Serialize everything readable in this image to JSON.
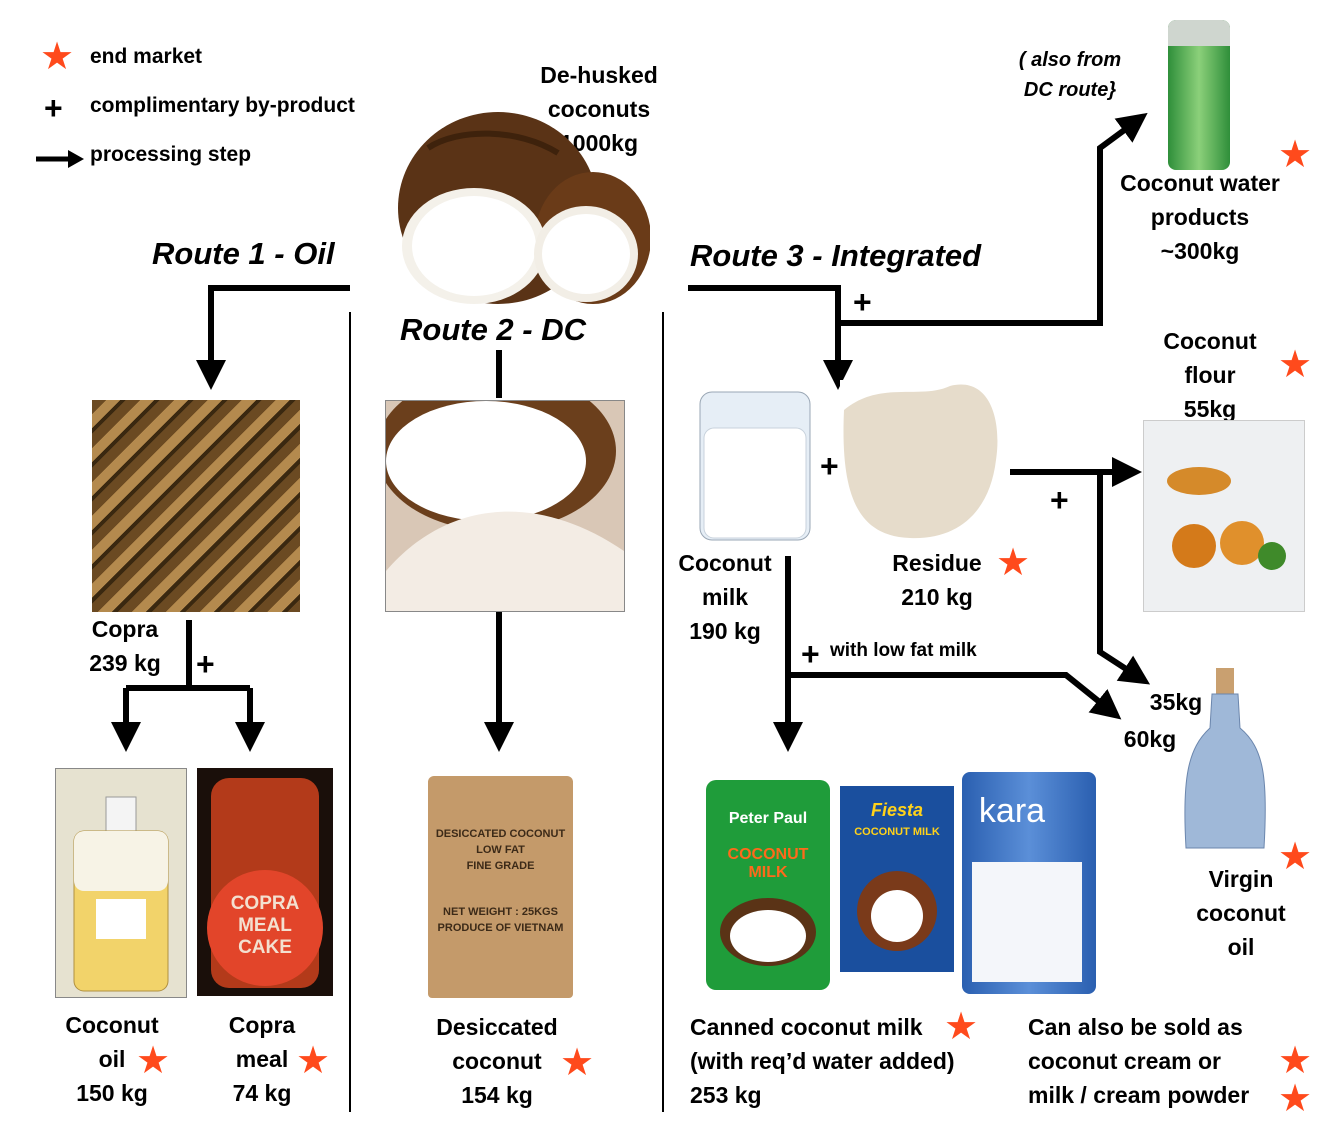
{
  "colors": {
    "star": "#ff4a1c",
    "line": "#000000"
  },
  "legend": {
    "end_market": "end market",
    "byproduct": "complimentary by-product",
    "processing": "processing step"
  },
  "source": {
    "line1": "De-husked",
    "line2": "coconuts",
    "line3": "1000kg"
  },
  "routes": {
    "route1": "Route  1 - Oil",
    "route2": "Route  2 - DC",
    "route3": "Route  3 - Integrated"
  },
  "route1": {
    "copra": {
      "line1": "Copra",
      "line2": "239 kg"
    },
    "coconut_oil": {
      "line1": "Coconut",
      "line2": "oil",
      "line3": "150 kg"
    },
    "copra_meal": {
      "line1": "Copra",
      "line2": "meal",
      "line3": "74 kg"
    },
    "jar_text": [
      "COPRA",
      "MEAL",
      "CAKE"
    ]
  },
  "route2": {
    "desiccated": {
      "line1": "Desiccated",
      "line2": "coconut",
      "line3": "154 kg"
    },
    "bag_text": [
      "DESICCATED COCONUT",
      "LOW FAT",
      "FINE GRADE",
      "NET WEIGHT : 25KGS",
      "PRODUCE OF VIETNAM"
    ]
  },
  "route3": {
    "note": {
      "line1": "( also from",
      "line2": "DC route}"
    },
    "water": {
      "line1": "Coconut water",
      "line2": "products",
      "line3": "~300kg"
    },
    "flour": {
      "line1": "Coconut",
      "line2": "flour",
      "line3": "55kg"
    },
    "milk": {
      "line1": "Coconut",
      "line2": "milk",
      "line3": "190 kg"
    },
    "residue": {
      "line1": "Residue",
      "line2": "210 kg"
    },
    "low_fat": "with low fat milk",
    "vco_amount1": "35kg",
    "vco_amount2": "60kg",
    "vco": {
      "line1": "Virgin",
      "line2": "coconut",
      "line3": "oil"
    },
    "canned": {
      "line1": "Canned coconut milk",
      "line2": "(with req’d water added)",
      "line3": "253 kg"
    },
    "also": {
      "line1": "Can also be sold as",
      "line2": "coconut cream or",
      "line3": "milk / cream powder"
    },
    "can_brands": [
      "Peter",
      "Paul",
      "COCONUT",
      "MILK",
      "Fiesta",
      "COCONUT MILK",
      "kara"
    ]
  },
  "icons": {
    "star": "star-icon",
    "plus": "plus-icon",
    "arrow": "arrow-right-icon"
  }
}
